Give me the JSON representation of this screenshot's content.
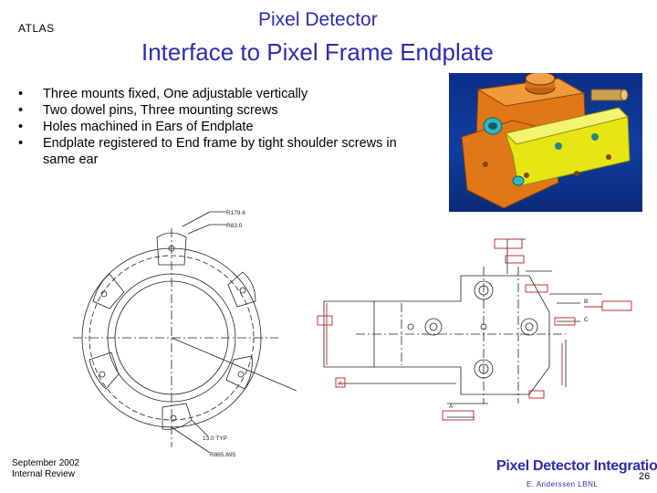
{
  "header": {
    "logo_text": "ATLAS",
    "title": "Pixel Detector",
    "subtitle": "Interface to Pixel Frame Endplate"
  },
  "bullets": [
    {
      "marker": "•",
      "text": "Three mounts fixed, One adjustable vertically"
    },
    {
      "marker": "•",
      "text": "Two dowel pins, Three mounting screws"
    },
    {
      "marker": "•",
      "text": "Holes machined in Ears of Endplate"
    },
    {
      "marker": "•",
      "text": "Endplate registered to End frame by tight shoulder screws in same ear"
    }
  ],
  "drawing_left": {
    "labels": [
      "R179.6",
      "R83.0",
      "13.0 TYP",
      "R865.695"
    ]
  },
  "drawing_right": {
    "labels": [
      "A",
      "A",
      "B",
      "C"
    ]
  },
  "footer": {
    "date": "September 2002",
    "event": "Internal Review",
    "brand": "Pixel Detector Integration",
    "author": "E. Anderssen LBNL",
    "page": "26"
  },
  "colors": {
    "heading": "#2c2cb0",
    "render_background": "#0c2f88",
    "part_orange": "#e07818",
    "part_yellow": "#e6e615"
  }
}
